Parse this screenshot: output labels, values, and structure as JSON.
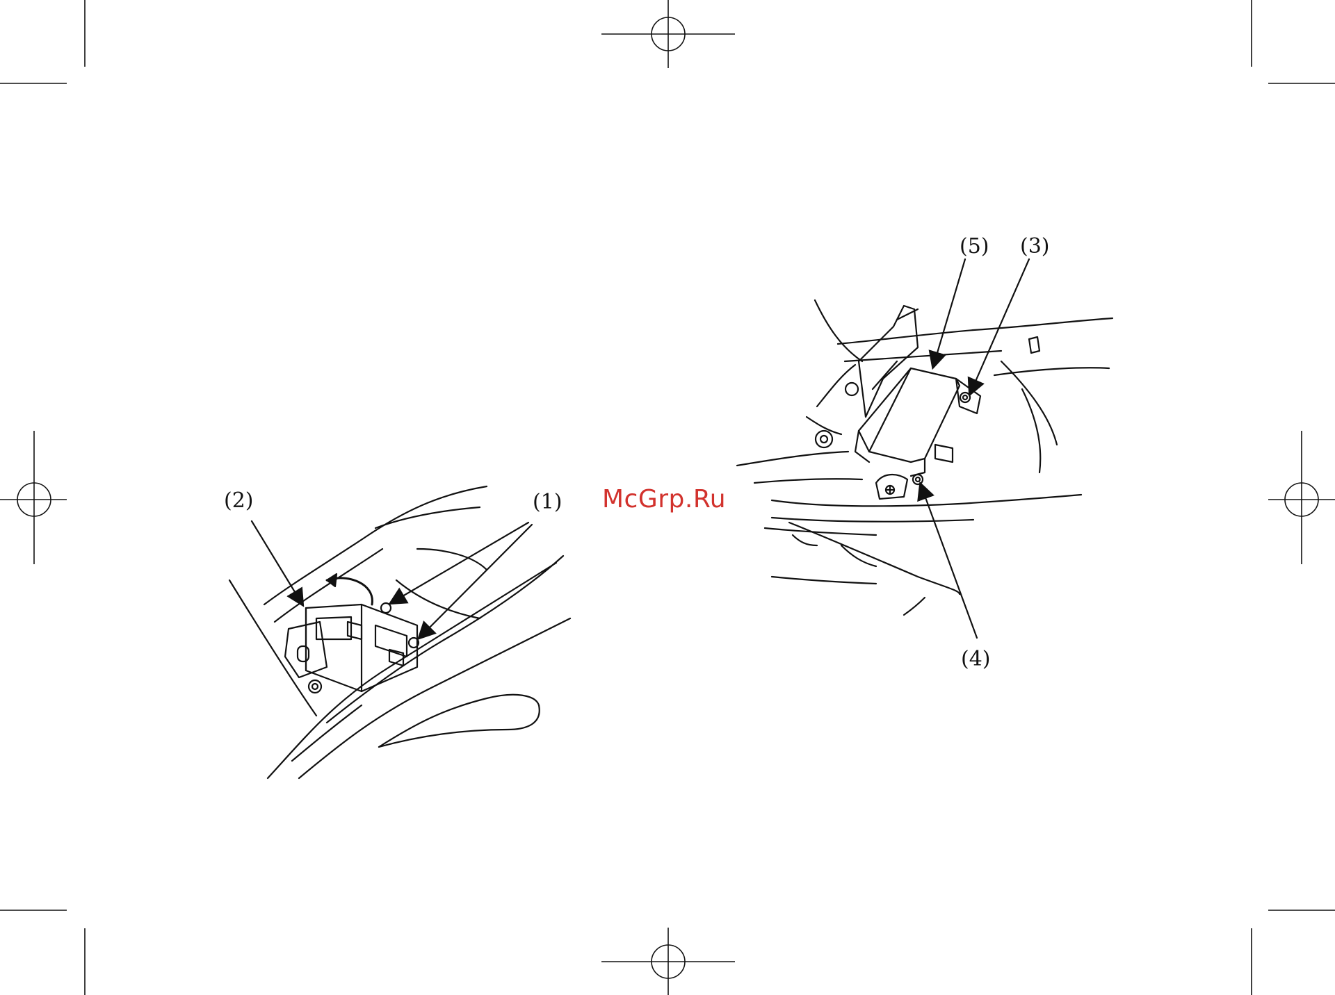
{
  "watermark": {
    "text": "McGrp.Ru",
    "color": "#d2322d"
  },
  "figure_left": {
    "callouts": [
      "(2)",
      "(1)"
    ]
  },
  "figure_right": {
    "callouts": [
      "(5)",
      "(3)",
      "(4)"
    ]
  },
  "colors": {
    "ink": "#111111",
    "paper": "#ffffff"
  }
}
